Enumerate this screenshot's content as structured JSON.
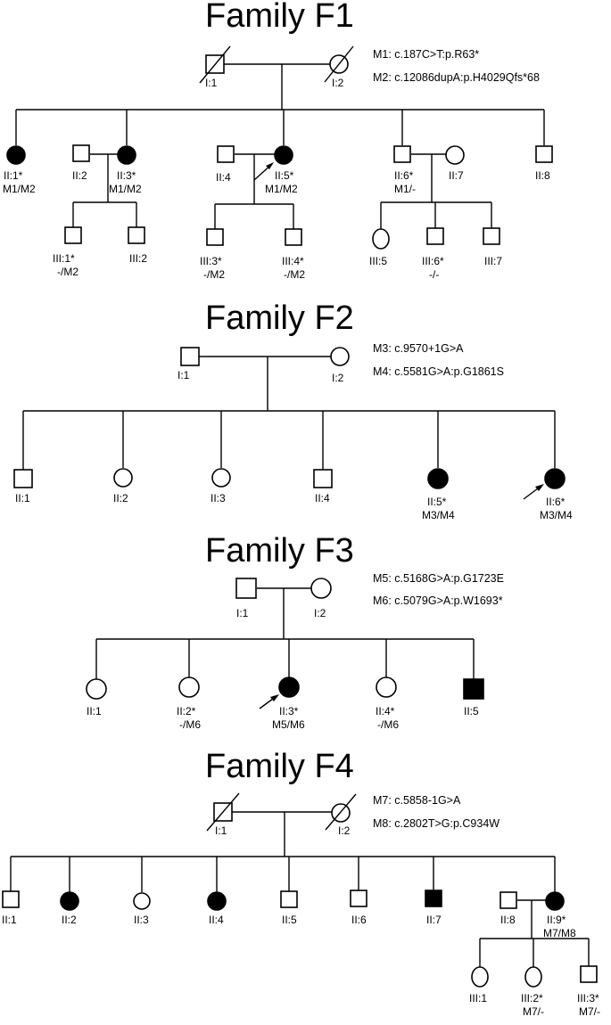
{
  "families": [
    {
      "id": "F1",
      "title": "Family F1",
      "mutations": [
        "M1: c.187C>T:p.R63*",
        "M2: c.12086dupA:p.H4029Qfs*68"
      ],
      "members": [
        {
          "id": "I:1",
          "sex": "male",
          "affected": false,
          "deceased": true,
          "proband": false,
          "genotype": ""
        },
        {
          "id": "I:2",
          "sex": "female",
          "affected": false,
          "deceased": true,
          "proband": false,
          "genotype": ""
        },
        {
          "id": "II:1*",
          "sex": "female",
          "affected": true,
          "deceased": false,
          "proband": false,
          "genotype": "M1/M2"
        },
        {
          "id": "II:2",
          "sex": "male",
          "affected": false,
          "deceased": false,
          "proband": false,
          "genotype": ""
        },
        {
          "id": "II:3*",
          "sex": "female",
          "affected": true,
          "deceased": false,
          "proband": false,
          "genotype": "M1/M2"
        },
        {
          "id": "II:4",
          "sex": "male",
          "affected": false,
          "deceased": false,
          "proband": false,
          "genotype": ""
        },
        {
          "id": "II:5*",
          "sex": "female",
          "affected": true,
          "deceased": false,
          "proband": true,
          "genotype": "M1/M2"
        },
        {
          "id": "II:6*",
          "sex": "male",
          "affected": false,
          "deceased": false,
          "proband": false,
          "genotype": "M1/-"
        },
        {
          "id": "II:7",
          "sex": "female",
          "affected": false,
          "deceased": false,
          "proband": false,
          "genotype": ""
        },
        {
          "id": "II:8",
          "sex": "male",
          "affected": false,
          "deceased": false,
          "proband": false,
          "genotype": ""
        },
        {
          "id": "III:1*",
          "sex": "male",
          "affected": false,
          "deceased": false,
          "proband": false,
          "genotype": "-/M2"
        },
        {
          "id": "III:2",
          "sex": "male",
          "affected": false,
          "deceased": false,
          "proband": false,
          "genotype": ""
        },
        {
          "id": "III:3*",
          "sex": "male",
          "affected": false,
          "deceased": false,
          "proband": false,
          "genotype": "-/M2"
        },
        {
          "id": "III:4*",
          "sex": "male",
          "affected": false,
          "deceased": false,
          "proband": false,
          "genotype": "-/M2"
        },
        {
          "id": "III:5",
          "sex": "female",
          "affected": false,
          "deceased": false,
          "proband": false,
          "genotype": ""
        },
        {
          "id": "III:6*",
          "sex": "male",
          "affected": false,
          "deceased": false,
          "proband": false,
          "genotype": "-/-"
        },
        {
          "id": "III:7",
          "sex": "male",
          "affected": false,
          "deceased": false,
          "proband": false,
          "genotype": ""
        }
      ]
    },
    {
      "id": "F2",
      "title": "Family F2",
      "mutations": [
        "M3: c.9570+1G>A",
        "M4: c.5581G>A:p.G1861S"
      ],
      "members": [
        {
          "id": "I:1",
          "sex": "male",
          "affected": false,
          "deceased": false,
          "proband": false,
          "genotype": ""
        },
        {
          "id": "I:2",
          "sex": "female",
          "affected": false,
          "deceased": false,
          "proband": false,
          "genotype": ""
        },
        {
          "id": "II:1",
          "sex": "male",
          "affected": false,
          "deceased": false,
          "proband": false,
          "genotype": ""
        },
        {
          "id": "II:2",
          "sex": "female",
          "affected": false,
          "deceased": false,
          "proband": false,
          "genotype": ""
        },
        {
          "id": "II:3",
          "sex": "female",
          "affected": false,
          "deceased": false,
          "proband": false,
          "genotype": ""
        },
        {
          "id": "II:4",
          "sex": "male",
          "affected": false,
          "deceased": false,
          "proband": false,
          "genotype": ""
        },
        {
          "id": "II:5*",
          "sex": "female",
          "affected": true,
          "deceased": false,
          "proband": false,
          "genotype": "M3/M4"
        },
        {
          "id": "II:6*",
          "sex": "female",
          "affected": true,
          "deceased": false,
          "proband": true,
          "genotype": "M3/M4"
        }
      ]
    },
    {
      "id": "F3",
      "title": "Family F3",
      "mutations": [
        "M5: c.5168G>A:p.G1723E",
        "M6: c.5079G>A:p.W1693*"
      ],
      "members": [
        {
          "id": "I:1",
          "sex": "male",
          "affected": false,
          "deceased": false,
          "proband": false,
          "genotype": ""
        },
        {
          "id": "I:2",
          "sex": "female",
          "affected": false,
          "deceased": false,
          "proband": false,
          "genotype": ""
        },
        {
          "id": "II:1",
          "sex": "female",
          "affected": false,
          "deceased": false,
          "proband": false,
          "genotype": ""
        },
        {
          "id": "II:2*",
          "sex": "female",
          "affected": false,
          "deceased": false,
          "proband": false,
          "genotype": "-/M6"
        },
        {
          "id": "II:3*",
          "sex": "female",
          "affected": true,
          "deceased": false,
          "proband": true,
          "genotype": "M5/M6"
        },
        {
          "id": "II:4*",
          "sex": "female",
          "affected": false,
          "deceased": false,
          "proband": false,
          "genotype": "-/M6"
        },
        {
          "id": "II:5",
          "sex": "male",
          "affected": true,
          "deceased": false,
          "proband": false,
          "genotype": ""
        }
      ]
    },
    {
      "id": "F4",
      "title": "Family F4",
      "mutations": [
        "M7: c.5858-1G>A",
        "M8: c.2802T>G:p.C934W"
      ],
      "members": [
        {
          "id": "I:1",
          "sex": "male",
          "affected": false,
          "deceased": true,
          "proband": false,
          "genotype": ""
        },
        {
          "id": "I:2",
          "sex": "female",
          "affected": false,
          "deceased": true,
          "proband": false,
          "genotype": ""
        },
        {
          "id": "II:1",
          "sex": "male",
          "affected": false,
          "deceased": false,
          "proband": false,
          "genotype": ""
        },
        {
          "id": "II:2",
          "sex": "female",
          "affected": true,
          "deceased": false,
          "proband": false,
          "genotype": ""
        },
        {
          "id": "II:3",
          "sex": "female",
          "affected": false,
          "deceased": false,
          "proband": false,
          "genotype": ""
        },
        {
          "id": "II:4",
          "sex": "female",
          "affected": true,
          "deceased": false,
          "proband": false,
          "genotype": ""
        },
        {
          "id": "II:5",
          "sex": "male",
          "affected": false,
          "deceased": false,
          "proband": false,
          "genotype": ""
        },
        {
          "id": "II:6",
          "sex": "male",
          "affected": false,
          "deceased": false,
          "proband": false,
          "genotype": ""
        },
        {
          "id": "II:7",
          "sex": "male",
          "affected": true,
          "deceased": false,
          "proband": false,
          "genotype": ""
        },
        {
          "id": "II:8",
          "sex": "male",
          "affected": false,
          "deceased": false,
          "proband": false,
          "genotype": ""
        },
        {
          "id": "II:9*",
          "sex": "female",
          "affected": true,
          "deceased": false,
          "proband": false,
          "genotype": "M7/M8"
        },
        {
          "id": "III:1",
          "sex": "female",
          "affected": false,
          "deceased": false,
          "proband": false,
          "genotype": ""
        },
        {
          "id": "III:2*",
          "sex": "female",
          "affected": false,
          "deceased": false,
          "proband": false,
          "genotype": "M7/-"
        },
        {
          "id": "III:3*",
          "sex": "male",
          "affected": false,
          "deceased": false,
          "proband": false,
          "genotype": "M7/-"
        }
      ]
    }
  ]
}
